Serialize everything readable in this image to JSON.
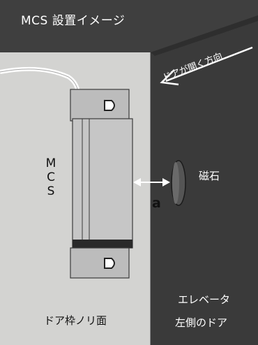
{
  "title": "MCS 設置イメージ",
  "labels": {
    "door_open_direction": "ドアが開く方向",
    "mcs_vertical": "M\nC\nS",
    "gap": "a",
    "magnet": "磁石",
    "door_frame_surface": "ドア枠ノリ面",
    "elevator_door_line1": "エレベータ",
    "elevator_door_line2": "左側のドア"
  },
  "colors": {
    "wall_dark": "#3f3f3f",
    "frame_face": "#d3d3d1",
    "door_face": "#3a3a3a",
    "sensor_body": "#bcbcbc",
    "magnet": "#555555",
    "label_light": "#ffffff",
    "label_dark": "#111111"
  }
}
